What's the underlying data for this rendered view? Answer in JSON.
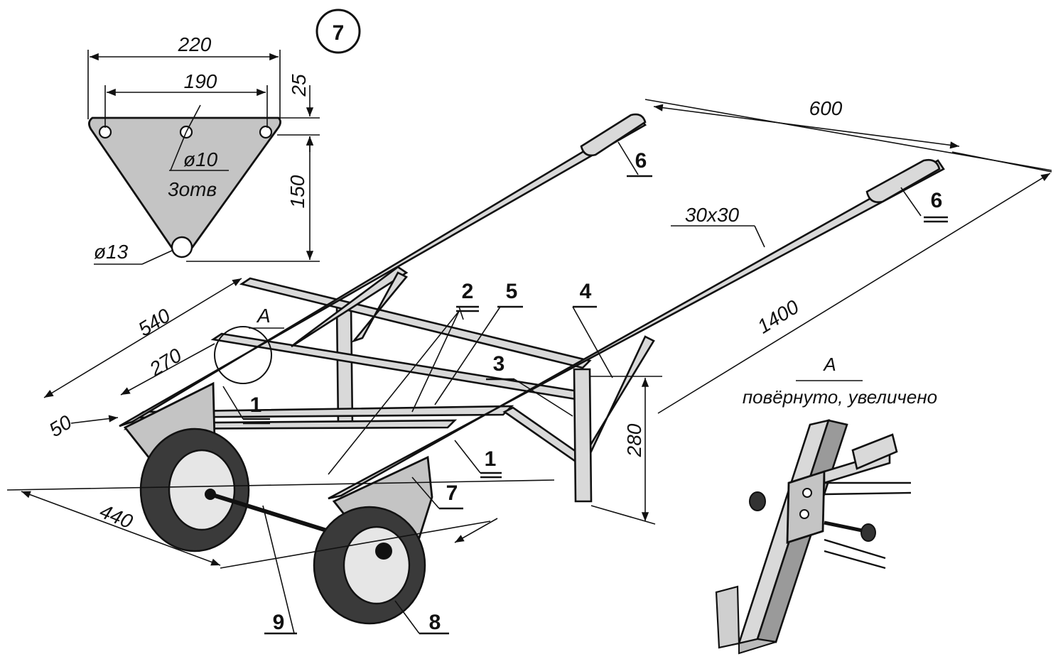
{
  "detail_plate": {
    "label": "7",
    "dims": {
      "width_top": "220",
      "hole_span": "190",
      "offset_top": "25",
      "height": "150"
    },
    "holes_note": "ø10",
    "holes_count": "3отв",
    "axle_hole": "ø13"
  },
  "main_view": {
    "dims": {
      "width_600": "600",
      "length_1400": "1400",
      "d540": "540",
      "d270": "270",
      "d50": "50",
      "d440": "440",
      "height_280": "280",
      "profile": "30x30"
    },
    "callouts": [
      "6",
      "6",
      "2",
      "5",
      "4",
      "3",
      "1",
      "1",
      "7",
      "9",
      "8"
    ],
    "view_marker": "A"
  },
  "detail_a": {
    "title": "A",
    "subtitle": "повёрнуто, увеличено"
  }
}
